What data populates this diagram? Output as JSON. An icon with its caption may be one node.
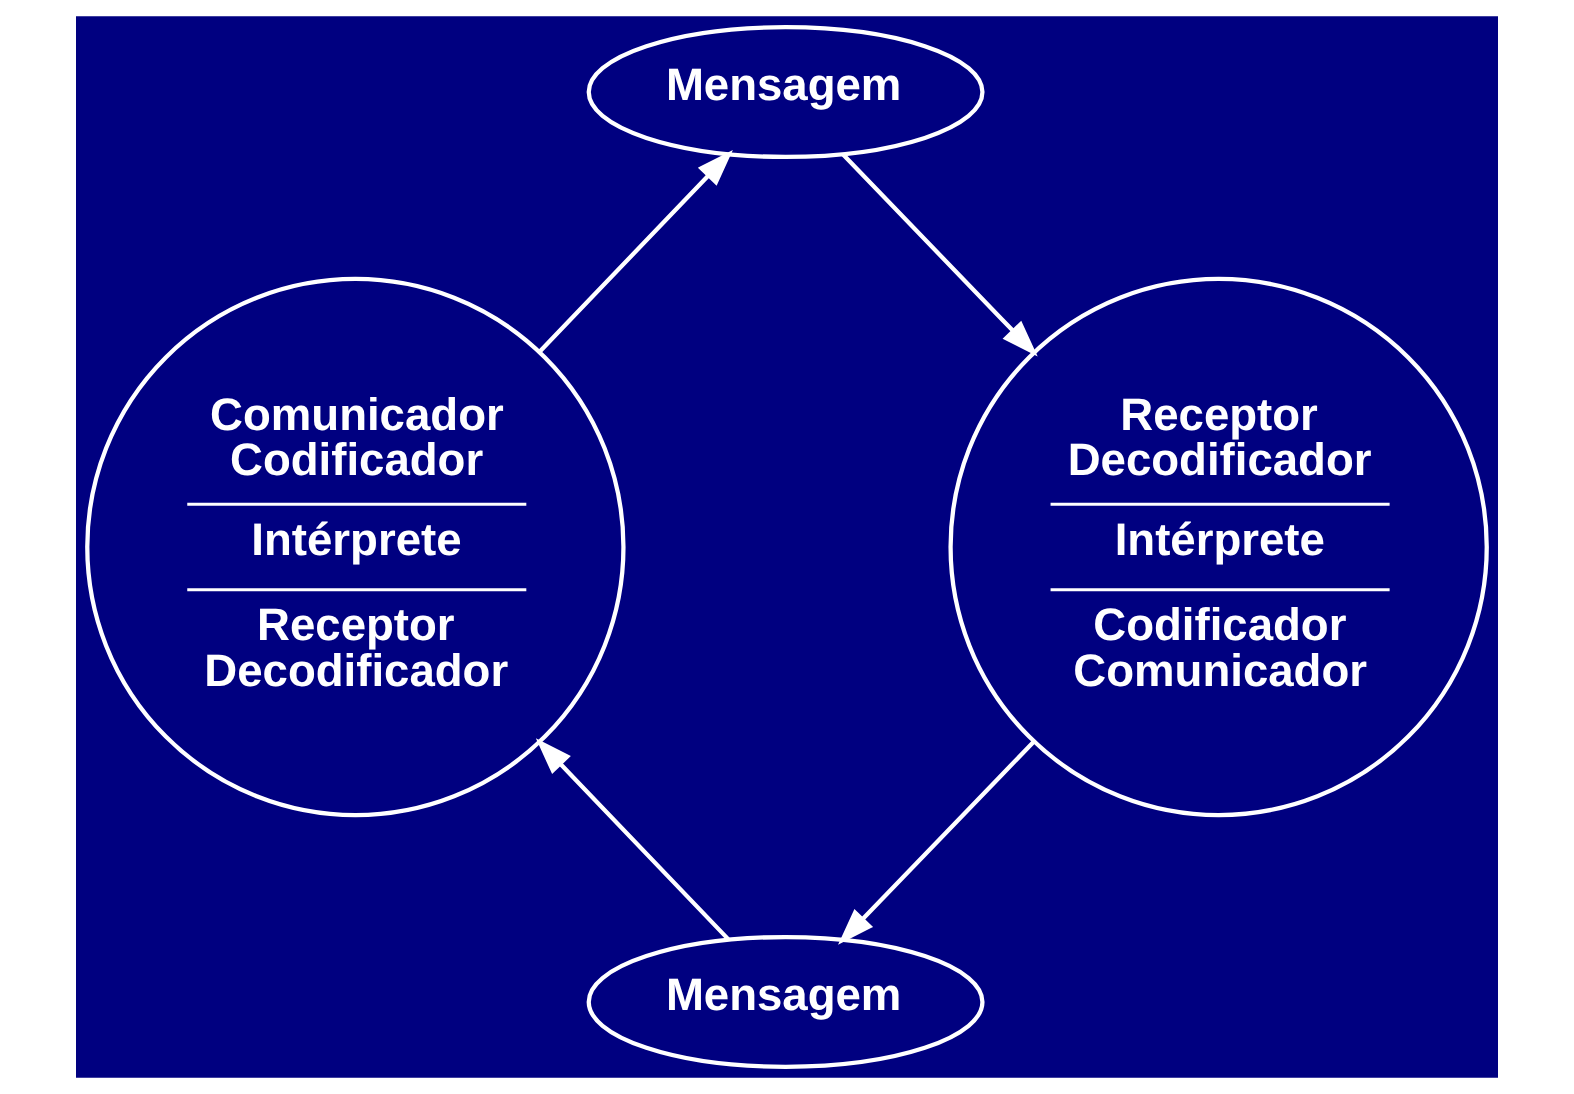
{
  "diagram": {
    "nodes": [
      {
        "text": [
          "Mensagem"
        ]
      },
      {
        "text": [
          "Comunicador Codificador",
          "Intérprete",
          "Receptor Decodificador"
        ]
      },
      {
        "text": [
          "Receptor Decodificador",
          "Intérprete",
          "Codificador Comunicador"
        ]
      },
      {
        "text": [
          "Mensagem"
        ]
      }
    ],
    "edges": [
      {
        "from": 1,
        "to": 0,
        "arrow": "to"
      },
      {
        "from": 0,
        "to": 2,
        "arrow": "to"
      },
      {
        "from": 2,
        "to": 3,
        "arrow": "to"
      },
      {
        "from": 3,
        "to": 1,
        "arrow": "to"
      }
    ]
  }
}
